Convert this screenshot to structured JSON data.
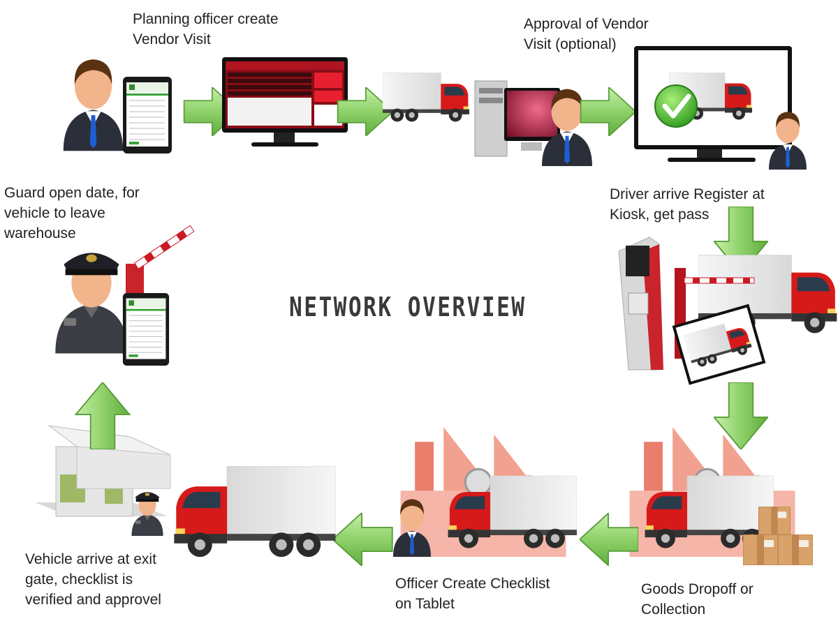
{
  "title": "NETWORK OVERVIEW",
  "steps": {
    "step1": "Planning officer create\nVendor Visit",
    "step2": "Approval of Vendor\nVisit (optional)",
    "step3": "Driver arrive Register at\nKiosk, get pass",
    "step4": "Goods Dropoff or\nCollection",
    "step5": "Officer Create Checklist\non Tablet",
    "step6": "Vehicle arrive at exit\ngate, checklist is\nverified and approvel",
    "step7": "Guard open date, for\nvehicle to leave\nwarehouse"
  },
  "colors": {
    "arrow_green": "#8fd16a",
    "arrow_dark": "#4f9a33",
    "truck_red": "#d61a1a",
    "factory_red": "#e8705e",
    "suit": "#2b2f3a",
    "skin": "#f2b48a"
  },
  "icons": [
    "person-icon",
    "tablet-icon",
    "monitor-icon",
    "truck-icon",
    "desktop-pc-icon",
    "checkmark-icon",
    "kiosk-icon",
    "barrier-gate-icon",
    "factory-icon",
    "boxes-icon",
    "guard-house-icon",
    "security-guard-icon"
  ]
}
